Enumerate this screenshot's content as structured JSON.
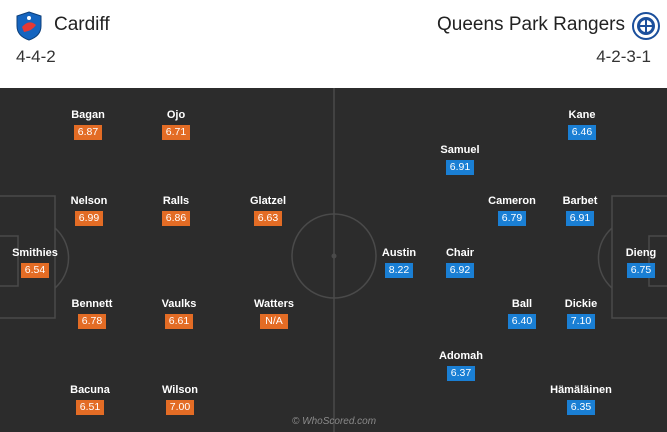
{
  "home": {
    "name": "Cardiff",
    "formation": "4-4-2",
    "players": [
      {
        "name": "Bagan",
        "rating": "6.87"
      },
      {
        "name": "Ojo",
        "rating": "6.71"
      },
      {
        "name": "Nelson",
        "rating": "6.99"
      },
      {
        "name": "Ralls",
        "rating": "6.86"
      },
      {
        "name": "Glatzel",
        "rating": "6.63"
      },
      {
        "name": "Smithies",
        "rating": "6.54"
      },
      {
        "name": "Bennett",
        "rating": "6.78"
      },
      {
        "name": "Vaulks",
        "rating": "6.61"
      },
      {
        "name": "Watters",
        "rating": "N/A"
      },
      {
        "name": "Bacuna",
        "rating": "6.51"
      },
      {
        "name": "Wilson",
        "rating": "7.00"
      }
    ]
  },
  "away": {
    "name": "Queens Park Rangers",
    "formation": "4-2-3-1",
    "players": [
      {
        "name": "Kane",
        "rating": "6.46"
      },
      {
        "name": "Samuel",
        "rating": "6.91"
      },
      {
        "name": "Cameron",
        "rating": "6.79"
      },
      {
        "name": "Barbet",
        "rating": "6.91"
      },
      {
        "name": "Austin",
        "rating": "8.22"
      },
      {
        "name": "Chair",
        "rating": "6.92"
      },
      {
        "name": "Dieng",
        "rating": "6.75"
      },
      {
        "name": "Ball",
        "rating": "6.40"
      },
      {
        "name": "Dickie",
        "rating": "7.10"
      },
      {
        "name": "Adomah",
        "rating": "6.37"
      },
      {
        "name": "Hämäläinen",
        "rating": "6.35"
      }
    ]
  },
  "watermark": "© WhoScored.com",
  "colors": {
    "home_rating": "#e36c25",
    "away_rating": "#1a7fd4",
    "pitch": "#2c2c2c"
  }
}
